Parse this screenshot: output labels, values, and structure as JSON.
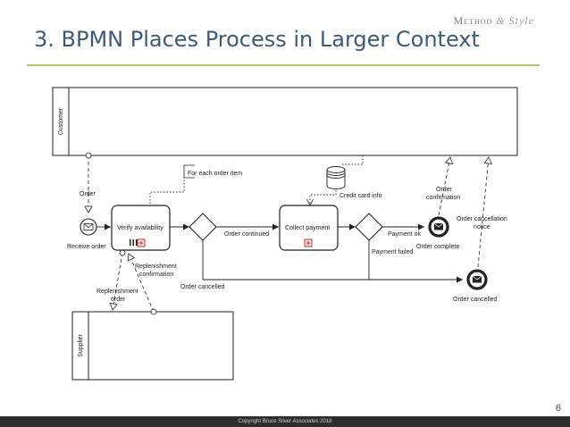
{
  "header": {
    "brand_method": "Method",
    "brand_amp": "&",
    "brand_style": "Style",
    "title": "3. BPMN Places Process in Larger Context"
  },
  "diagram": {
    "pools": {
      "customer": "Customer",
      "supplier": "Supplier"
    },
    "tasks": {
      "verify": "Verify availability",
      "collect": "Collect payment"
    },
    "events": {
      "receive_order": "Receive order",
      "order_complete": "Order complete",
      "order_cancelled": "Order cancelled"
    },
    "data_store": "Credit card info",
    "annotation": "For each order item",
    "messages": {
      "order": "Order",
      "order_conf_1": "Order",
      "order_conf_2": "confirmation",
      "cancel_notice_1": "Order cancellation",
      "cancel_notice_2": "notice",
      "repl_conf_1": "Replenishment",
      "repl_conf_2": "confirmation",
      "repl_order_1": "Replenishment",
      "repl_order_2": "order"
    },
    "flows": {
      "order_continued": "Order continued",
      "order_cancelled": "Order cancelled",
      "payment_ok": "Payment ok",
      "payment_failed": "Payment failed"
    }
  },
  "footer": {
    "page_number": "6",
    "copyright": "Copyright Bruce Silver Associates 2018"
  }
}
